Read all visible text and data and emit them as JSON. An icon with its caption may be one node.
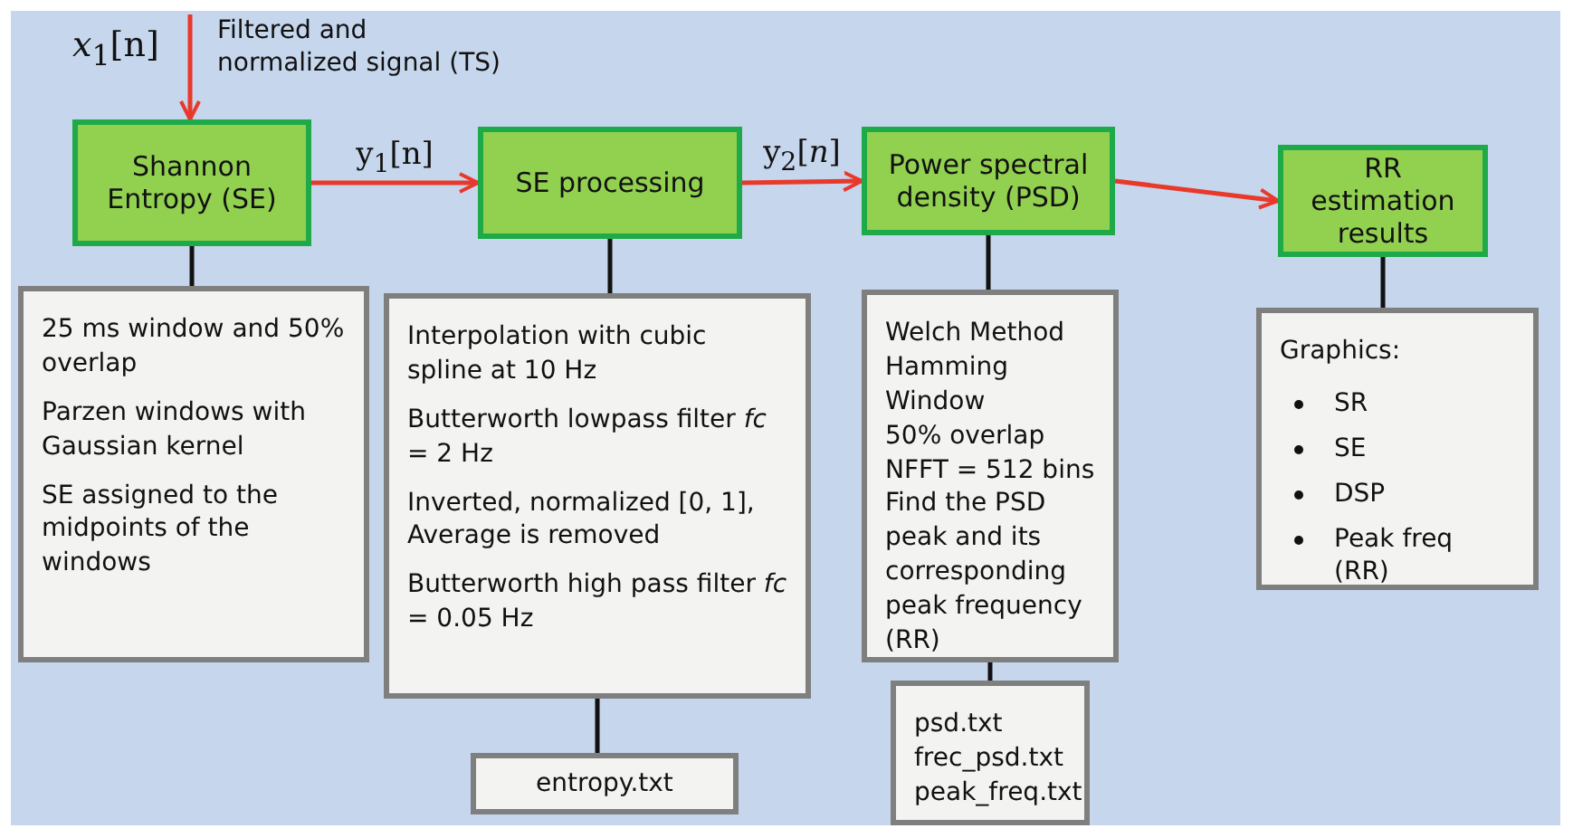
{
  "diagram": {
    "nodes": [
      {
        "text": [
          "Shannon Entropy (SE)"
        ]
      },
      {
        "text": [
          "SE processing"
        ]
      },
      {
        "text": [
          "Power spectral density (PSD)"
        ]
      },
      {
        "text": [
          "RR estimation results"
        ]
      },
      {
        "text": [
          "25 ms window and 50% overlap",
          "Parzen windows with Gaussian kernel",
          "SE assigned to the midpoints of the windows"
        ]
      },
      {
        "text": [
          "Interpolation with cubic spline at 10 Hz",
          "Butterworth lowpass filter *fc* = 2 Hz",
          "Inverted, normalized [0, 1], Average is removed",
          "Butterworth high pass filter *fc* = 0.05 Hz"
        ]
      },
      {
        "text": [
          "Welch Method",
          "Hamming Window",
          "50% overlap",
          "NFFT = 512 bins",
          "Find the PSD peak and its corresponding peak frequency (RR)"
        ]
      },
      {
        "text": [
          "Graphics:",
          "SR",
          "SE",
          "DSP",
          "Peak freq (RR)"
        ]
      },
      {
        "text": [
          "entropy.txt"
        ]
      },
      {
        "text": [
          "psd.txt",
          "frec_psd.txt",
          "peak_freq.txt"
        ]
      }
    ],
    "edges": [
      {
        "from": null,
        "to": 0,
        "arrow": "to",
        "label": "Filtered and normalized signal (TS)",
        "color": "#e8392b"
      },
      {
        "from": 0,
        "to": 1,
        "arrow": "to",
        "label": "y$_{1}$[n]",
        "color": "#e8392b"
      },
      {
        "from": 1,
        "to": 2,
        "arrow": "to",
        "label": "y$_{2}$[*n*]",
        "color": "#e8392b"
      },
      {
        "from": 2,
        "to": 3,
        "arrow": "to",
        "color": "#e8392b"
      },
      {
        "from": 0,
        "to": 4,
        "arrow": "none"
      },
      {
        "from": 1,
        "to": 5,
        "arrow": "none"
      },
      {
        "from": 5,
        "to": 8,
        "arrow": "none"
      },
      {
        "from": 2,
        "to": 6,
        "arrow": "none"
      },
      {
        "from": 6,
        "to": 9,
        "arrow": "none"
      },
      {
        "from": 3,
        "to": 7,
        "arrow": "none"
      }
    ],
    "labels": [
      "*x*$_{1}$[n]"
    ]
  }
}
